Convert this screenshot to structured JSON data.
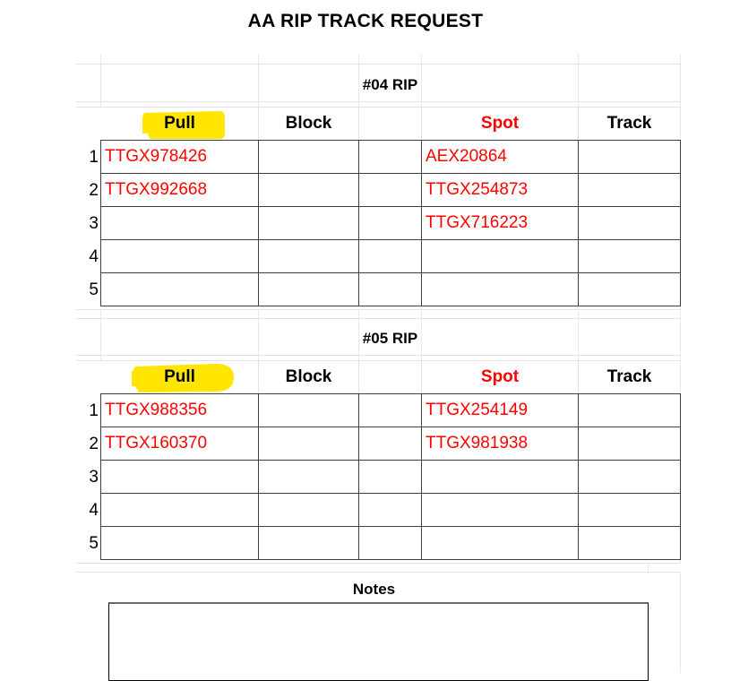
{
  "document": {
    "title": "AA RIP TRACK REQUEST"
  },
  "colors": {
    "data_text": "#ff0000",
    "header_text": "#000000",
    "spot_header": "#ff0000",
    "highlight": "#ffe500",
    "border": "#3f3f3f",
    "gridline": "#e2e2e2"
  },
  "columns": {
    "pull": "Pull",
    "block": "Block",
    "spacer": "",
    "spot": "Spot",
    "track": "Track"
  },
  "row_numbers": [
    "1",
    "2",
    "3",
    "4",
    "5"
  ],
  "sections": [
    {
      "title": "#04 RIP",
      "rows": [
        {
          "num": "1",
          "pull": "TTGX978426",
          "block": "",
          "spacer": "",
          "spot": "AEX20864",
          "track": ""
        },
        {
          "num": "2",
          "pull": "TTGX992668",
          "block": "",
          "spacer": "",
          "spot": "TTGX254873",
          "track": ""
        },
        {
          "num": "3",
          "pull": "",
          "block": "",
          "spacer": "",
          "spot": "TTGX716223",
          "track": ""
        },
        {
          "num": "4",
          "pull": "",
          "block": "",
          "spacer": "",
          "spot": "",
          "track": ""
        },
        {
          "num": "5",
          "pull": "",
          "block": "",
          "spacer": "",
          "spot": "",
          "track": ""
        }
      ]
    },
    {
      "title": "#05 RIP",
      "rows": [
        {
          "num": "1",
          "pull": "TTGX988356",
          "block": "",
          "spacer": "",
          "spot": "TTGX254149",
          "track": ""
        },
        {
          "num": "2",
          "pull": "TTGX160370",
          "block": "",
          "spacer": "",
          "spot": "TTGX981938",
          "track": ""
        },
        {
          "num": "3",
          "pull": "",
          "block": "",
          "spacer": "",
          "spot": "",
          "track": ""
        },
        {
          "num": "4",
          "pull": "",
          "block": "",
          "spacer": "",
          "spot": "",
          "track": ""
        },
        {
          "num": "5",
          "pull": "",
          "block": "",
          "spacer": "",
          "spot": "",
          "track": ""
        }
      ]
    }
  ],
  "notes": {
    "title": "Notes",
    "content": ""
  }
}
